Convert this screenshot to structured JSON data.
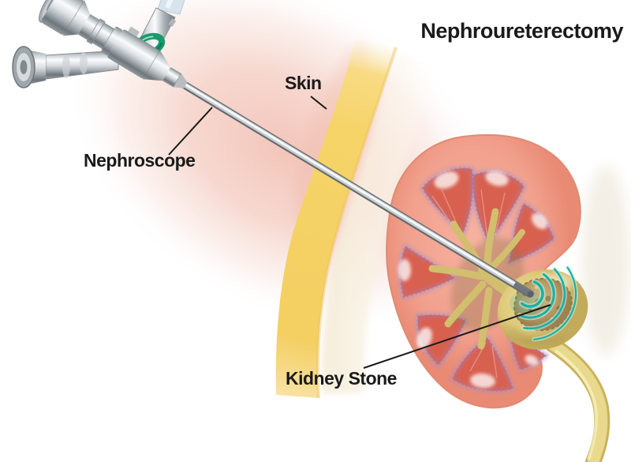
{
  "title": "Nephroureterectomy",
  "labels": {
    "skin": "Skin",
    "nephroscope": "Nephroscope",
    "kidney_stone": "Kidney Stone"
  },
  "colors": {
    "background": "#ffffff",
    "label_text": "#1a1a1a",
    "leader_line": "#1a1a1a",
    "tissue_pink": "#f2c2b6",
    "skin_fat_yellow": "#f6d468",
    "kidney_cortex": "#f1a08d",
    "renal_pyramid": "#d8604f",
    "pyramid_rim_purple": "#a78fc2",
    "renal_pelvis_tan": "#d9c670",
    "kidney_stone_brown": "#b59a63",
    "shockwave_teal": "#18b1a2",
    "scope_metal": "#c6cbcf",
    "light_post_ring_green": "#179b6c",
    "fiber_cable_blue": "#d7e4ec",
    "ureter_yellow": "#e9d98d"
  }
}
